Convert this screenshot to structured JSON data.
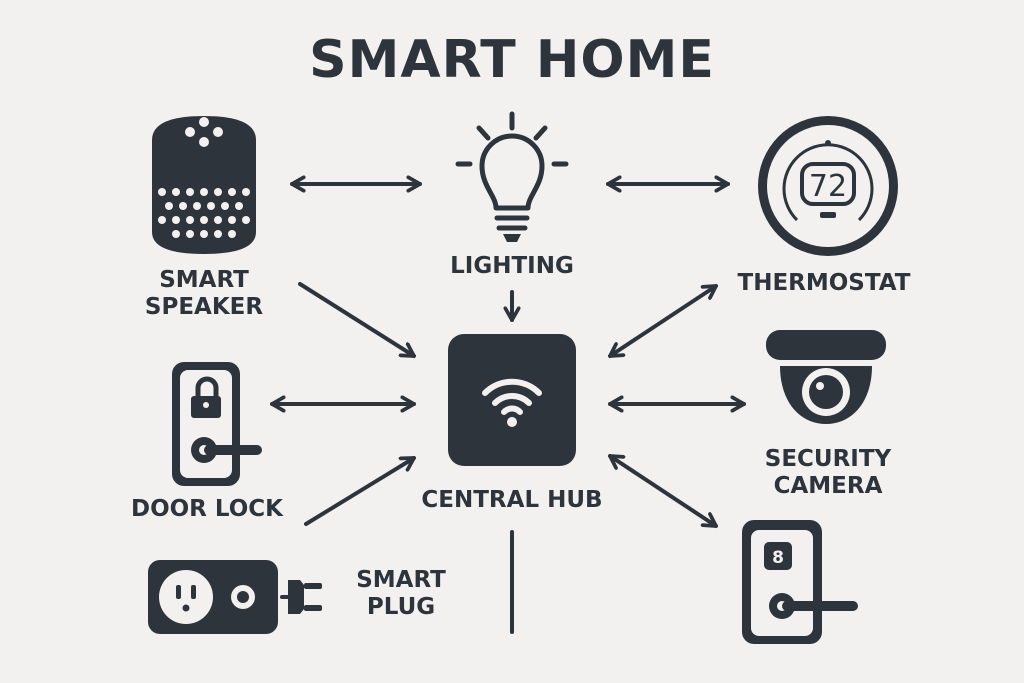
{
  "title": "SMART HOME",
  "colors": {
    "ink": "#2d343c",
    "background": "#f3f1ef",
    "accent": "#f3f1ef"
  },
  "hub": {
    "label": "CENTRAL HUB",
    "icon": "wifi-icon"
  },
  "devices": {
    "speaker": {
      "label_line1": "SMART",
      "label_line2": "SPEAKER",
      "icon": "smart-speaker-icon"
    },
    "lighting": {
      "label": "LIGHTING",
      "icon": "lightbulb-icon"
    },
    "thermostat": {
      "label": "THERMOSTAT",
      "display": "72",
      "icon": "thermostat-icon"
    },
    "lock": {
      "label": "DOOR LOCK",
      "icon": "door-lock-icon"
    },
    "camera": {
      "label_line1": "SECURITY",
      "label_line2": "CAMERA",
      "icon": "security-camera-icon"
    },
    "plug": {
      "label_line1": "SMART",
      "label_line2": "PLUG",
      "icon": "smart-plug-icon"
    },
    "keypad": {
      "display": "8",
      "icon": "keypad-lock-icon"
    }
  }
}
